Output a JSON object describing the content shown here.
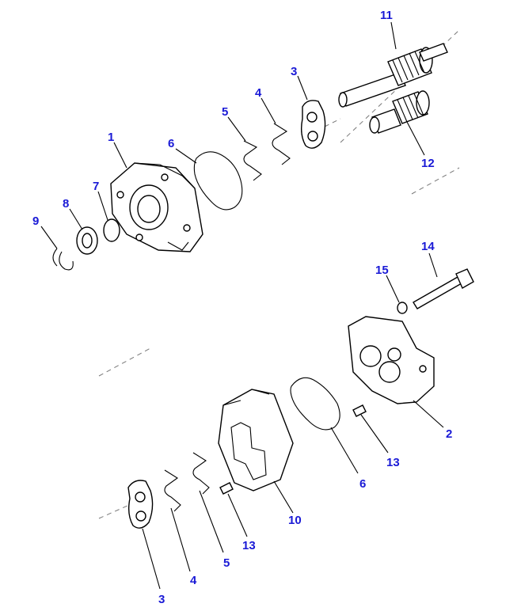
{
  "colors": {
    "callout": "#1a1ad6",
    "line": "#000000",
    "background": "#ffffff"
  },
  "callouts": {
    "c1": "1",
    "c2": "2",
    "c3a": "3",
    "c3b": "3",
    "c4a": "4",
    "c4b": "4",
    "c5a": "5",
    "c5b": "5",
    "c6a": "6",
    "c6b": "6",
    "c7": "7",
    "c8": "8",
    "c9": "9",
    "c10": "10",
    "c11": "11",
    "c12": "12",
    "c13a": "13",
    "c13b": "13",
    "c14": "14",
    "c15": "15"
  }
}
